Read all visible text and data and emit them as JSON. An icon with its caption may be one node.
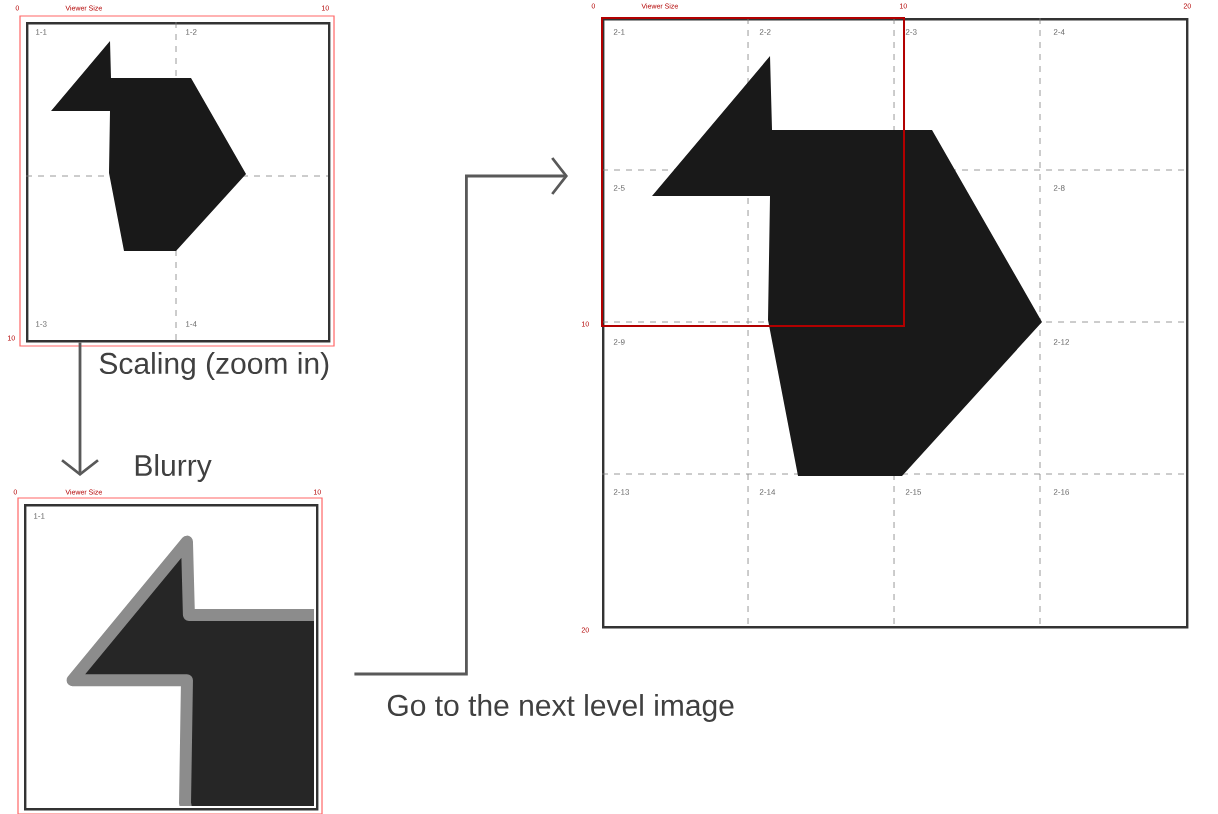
{
  "diagram": {
    "nodes": [
      {
        "text": [
          "Viewer Size",
          "1-1",
          "1-2",
          "1-3",
          "1-4"
        ],
        "beside": [
          "0",
          "10",
          "10"
        ]
      },
      {
        "text": [
          "Blurry",
          "Viewer Size",
          "1-1"
        ],
        "beside": [
          "0",
          "10"
        ]
      },
      {
        "text": [
          "Viewer Size",
          "2-1",
          "2-2",
          "2-3",
          "2-4",
          "2-5",
          "2-8",
          "2-9",
          "2-12",
          "2-13",
          "2-14",
          "2-15",
          "2-16"
        ],
        "beside": [
          "0",
          "10",
          "20",
          "10",
          "20"
        ]
      }
    ],
    "edges": [
      {
        "from": 0,
        "to": 1,
        "arrow": "to",
        "label": "Scaling (zoom in)"
      },
      {
        "from": 1,
        "to": 2,
        "arrow": "to",
        "label": "Go to the next level image"
      }
    ]
  }
}
